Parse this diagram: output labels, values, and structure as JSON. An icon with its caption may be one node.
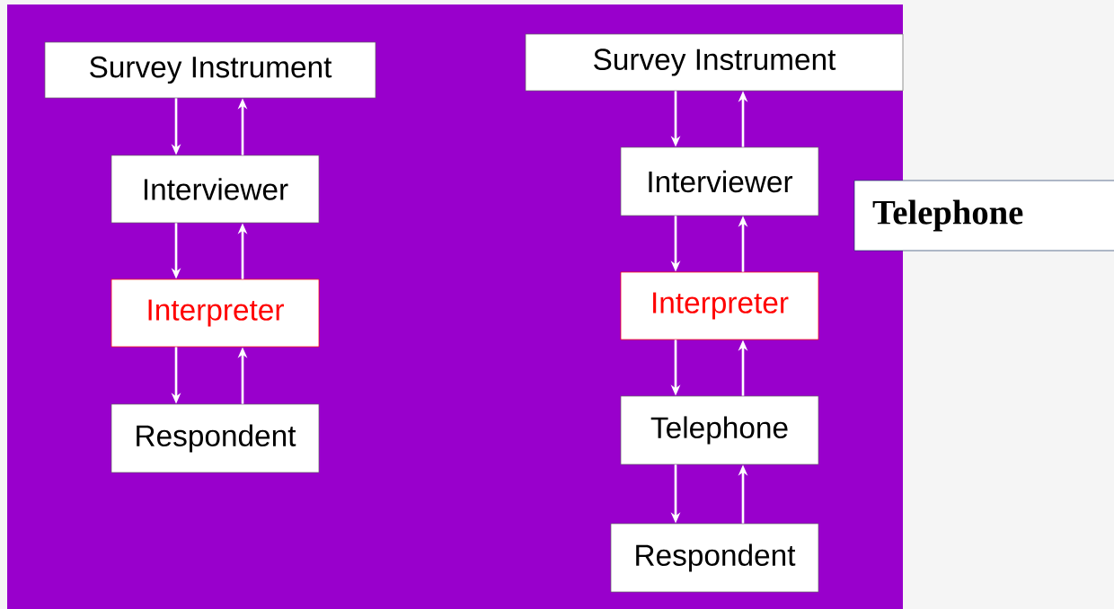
{
  "diagram": {
    "nodes": [
      {
        "text": [
          "Survey Instrument"
        ]
      },
      {
        "text": [
          "Interviewer"
        ]
      },
      {
        "text": [
          "Interpreter"
        ]
      },
      {
        "text": [
          "Respondent"
        ]
      },
      {
        "text": [
          "Survey Instrument"
        ]
      },
      {
        "text": [
          "Interviewer"
        ]
      },
      {
        "text": [
          "Interpreter"
        ]
      },
      {
        "text": [
          "Telephone"
        ]
      },
      {
        "text": [
          "Respondent"
        ]
      },
      {
        "text": [
          "Telephone"
        ]
      }
    ],
    "edges": [
      {
        "from": 0,
        "to": 1,
        "arrow": "to"
      },
      {
        "from": 1,
        "to": 0,
        "arrow": "to"
      },
      {
        "from": 1,
        "to": 2,
        "arrow": "to"
      },
      {
        "from": 2,
        "to": 1,
        "arrow": "to"
      },
      {
        "from": 2,
        "to": 3,
        "arrow": "to"
      },
      {
        "from": 3,
        "to": 2,
        "arrow": "to"
      },
      {
        "from": 4,
        "to": 5,
        "arrow": "to"
      },
      {
        "from": 5,
        "to": 4,
        "arrow": "to"
      },
      {
        "from": 5,
        "to": 6,
        "arrow": "to"
      },
      {
        "from": 6,
        "to": 5,
        "arrow": "to"
      },
      {
        "from": 6,
        "to": 7,
        "arrow": "to"
      },
      {
        "from": 7,
        "to": 6,
        "arrow": "to"
      },
      {
        "from": 7,
        "to": 8,
        "arrow": "to"
      },
      {
        "from": 8,
        "to": 7,
        "arrow": "to"
      }
    ]
  }
}
